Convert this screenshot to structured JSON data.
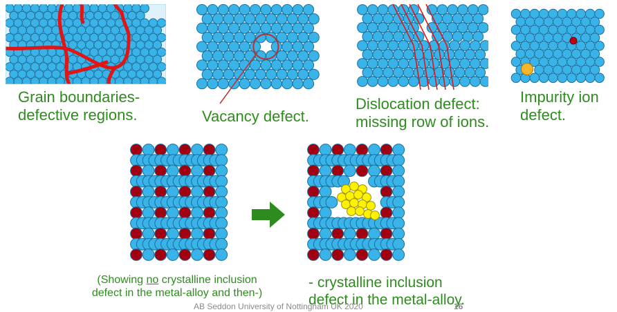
{
  "colors": {
    "ion": "#3ab3e8",
    "ion_stroke": "#1a6f9c",
    "background": "#ffffff",
    "caption": "#2e8b1e",
    "boundary": "#e01515",
    "alloy_ion": "#a00010",
    "inclusion": "#fff200",
    "impurity_small": "#c00010",
    "impurity_large": "#f5b62a",
    "arrow": "#2e8b1e",
    "footer": "#8a8a8a"
  },
  "captions": {
    "grain": "Grain boundaries-\ndefective regions.",
    "vacancy": "Vacancy defect.",
    "dislocation": "Dislocation defect:\nmissing row of ions.",
    "impurity": "Impurity ion\ndefect.",
    "alloy_before_prefix": "(Showing ",
    "alloy_before_underlined": "no",
    "alloy_before_suffix": " crystalline inclusion\ndefect in the metal-alloy and then-)",
    "alloy_after": "- crystalline inclusion\ndefect in the metal-alloy."
  },
  "footer": {
    "credit": "AB Seddon  University of Nottingham UK 2020",
    "page": "16"
  },
  "icons": {
    "arrow": "right-arrow-icon"
  }
}
